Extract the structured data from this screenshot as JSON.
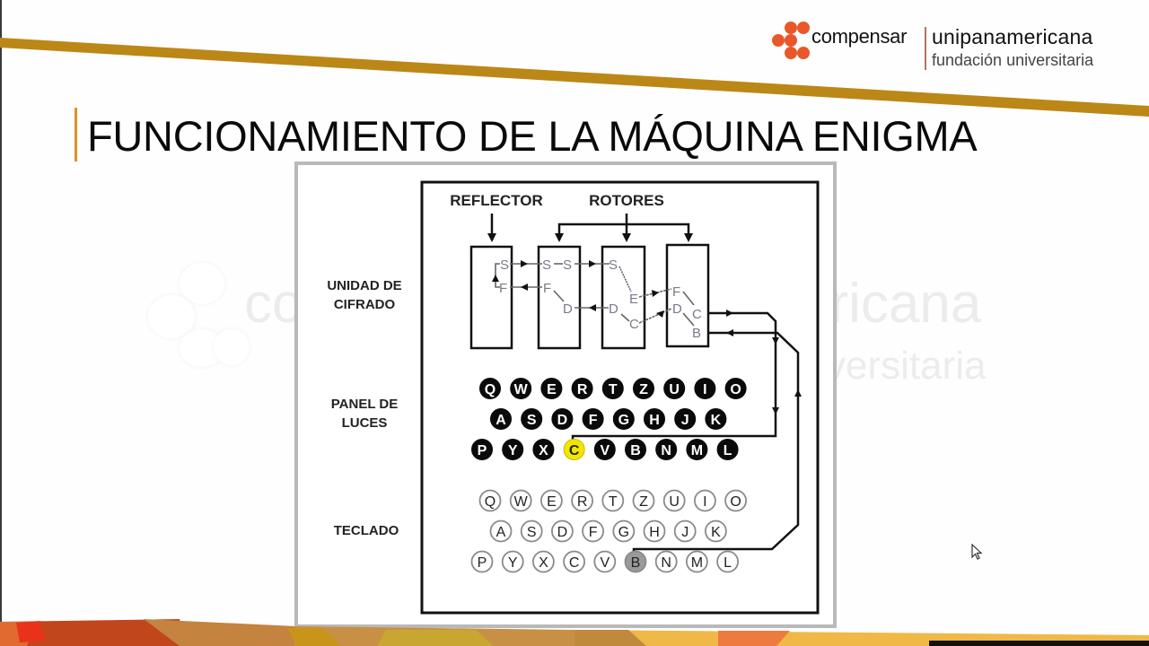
{
  "slide": {
    "title": "FUNCIONAMIENTO DE LA MÁQUINA ENIGMA",
    "accent_color": "#b8860b",
    "title_bar_color": "#e0902a"
  },
  "logo": {
    "brand_primary": "compensar",
    "brand_secondary": "unipanamericana",
    "brand_tagline": "fundación universitaria",
    "dot_color": "#e8582a"
  },
  "watermark": {
    "text_left": "co",
    "text_right": "ericana",
    "text_bottom": "versitaria"
  },
  "diagram": {
    "labels": {
      "reflector": "REFLECTOR",
      "rotors": "ROTORES"
    },
    "sections": {
      "cipher_unit_line1": "UNIDAD DE",
      "cipher_unit_line2": "CIFRADO",
      "lamp_panel_line1": "PANEL DE",
      "lamp_panel_line2": "LUCES",
      "keyboard": "TECLADO"
    },
    "reflector_letters": [
      "S",
      "F"
    ],
    "rotor1_letters": [
      "S",
      "F",
      "D"
    ],
    "rotor2_letters": [
      "S",
      "D",
      "E",
      "C"
    ],
    "rotor3_letters": [
      "F",
      "D",
      "C",
      "B"
    ],
    "rotor1_right": "S",
    "lamp_rows": [
      [
        "Q",
        "W",
        "E",
        "R",
        "T",
        "Z",
        "U",
        "I",
        "O"
      ],
      [
        "A",
        "S",
        "D",
        "F",
        "G",
        "H",
        "J",
        "K"
      ],
      [
        "P",
        "Y",
        "X",
        "C",
        "V",
        "B",
        "N",
        "M",
        "L"
      ]
    ],
    "lit_lamp": "C",
    "lit_lamp_color": "#f2e600",
    "key_rows": [
      [
        "Q",
        "W",
        "E",
        "R",
        "T",
        "Z",
        "U",
        "I",
        "O"
      ],
      [
        "A",
        "S",
        "D",
        "F",
        "G",
        "H",
        "J",
        "K"
      ],
      [
        "P",
        "Y",
        "X",
        "C",
        "V",
        "B",
        "N",
        "M",
        "L"
      ]
    ],
    "pressed_key": "B",
    "pressed_key_color": "#9a9a9a"
  }
}
